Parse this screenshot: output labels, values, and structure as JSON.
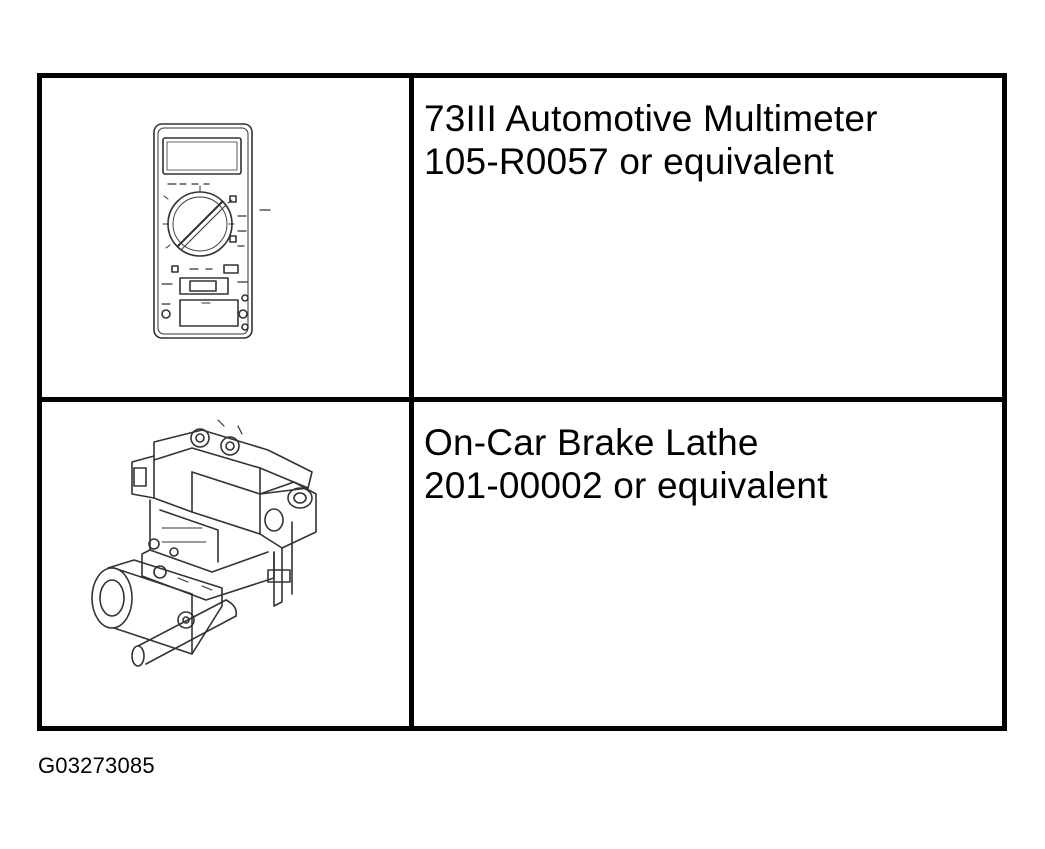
{
  "tools": [
    {
      "name": "73III Automotive Multimeter",
      "part": "105-R0057 or equivalent",
      "icon": "multimeter-icon"
    },
    {
      "name": "On-Car Brake Lathe",
      "part": "201-00002 or equivalent",
      "icon": "brake-lathe-icon"
    }
  ],
  "figure_id": "G03273085"
}
